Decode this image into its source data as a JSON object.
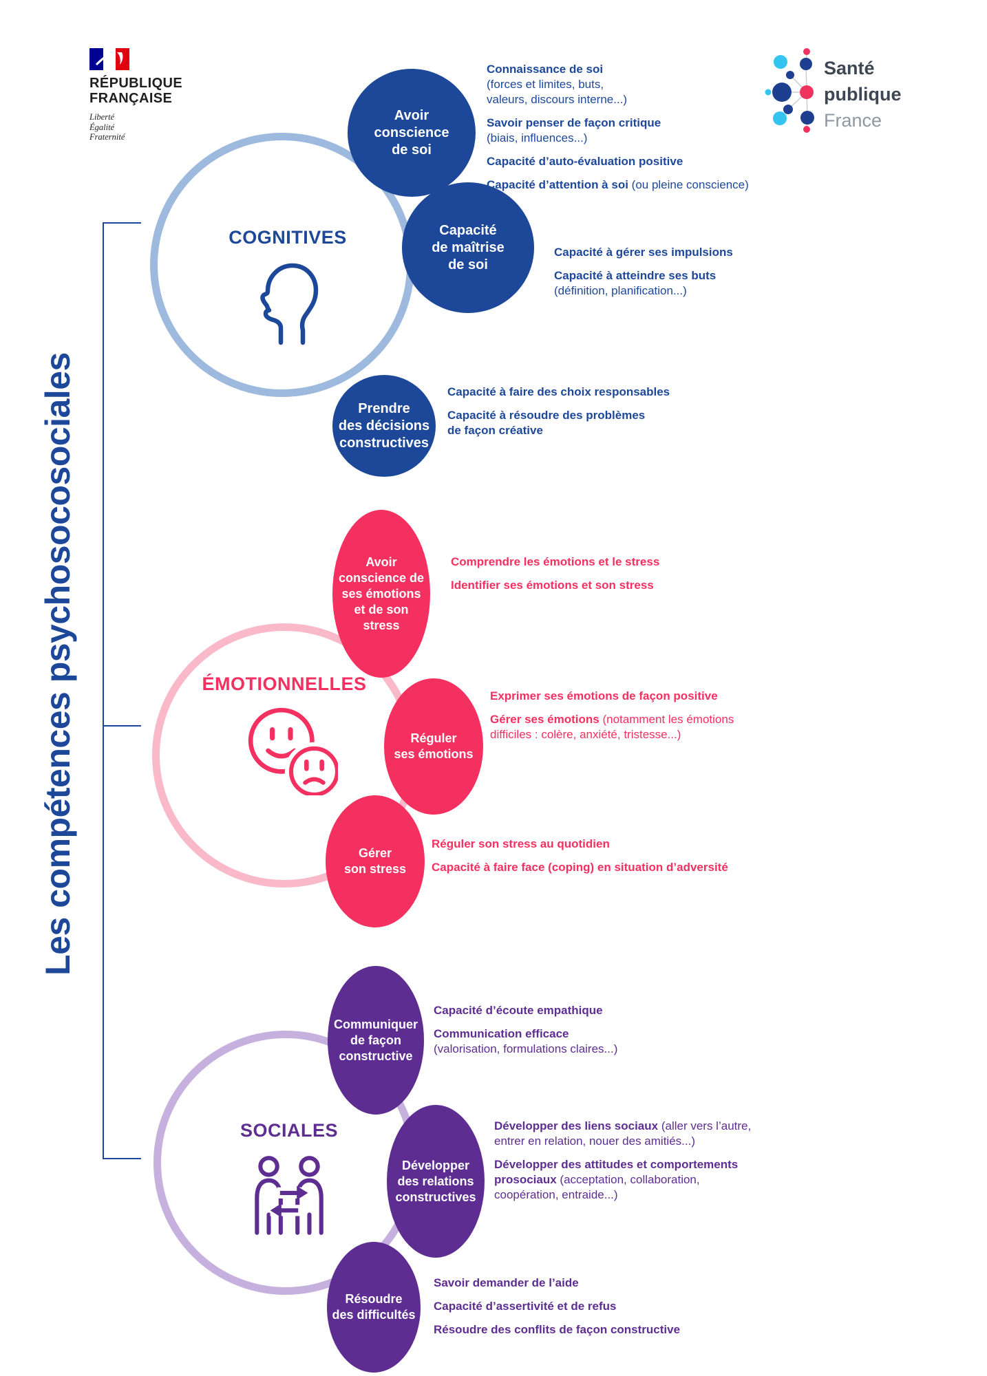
{
  "title_vertical": "Les compétences psychosocosociales",
  "logos": {
    "republique_francaise": {
      "name_line1": "RÉPUBLIQUE",
      "name_line2": "FRANÇAISE",
      "motto": [
        "Liberté",
        "Égalité",
        "Fraternité"
      ]
    },
    "sante_publique_france": {
      "word1": "Santé",
      "word2": "publique",
      "word3": "France"
    }
  },
  "colors": {
    "cognitive_primary": "#1d4899",
    "cognitive_ring": "#9db9de",
    "emotional_primary": "#f3305f",
    "emotional_ring": "#f9b9c9",
    "social_primary": "#5e2d91",
    "social_ring": "#c5b0de",
    "spf_navy": "#1e3f8f",
    "spf_cyan": "#35c4f0",
    "spf_pink": "#f0325f",
    "spf_line": "#c9ccd1",
    "rf_blue": "#000091",
    "rf_red": "#e1000f"
  },
  "groups": [
    {
      "label": "COGNITIVES",
      "icon": "head-profile-icon",
      "nodes": [
        {
          "label": "Avoir\nconscience\nde soi",
          "details": [
            [
              {
                "b": "Connaissance de soi"
              },
              {
                "br": true
              },
              {
                "t": "(forces et limites, buts,"
              },
              {
                "br": true
              },
              {
                "t": "valeurs, discours interne...)"
              }
            ],
            [
              {
                "b": "Savoir penser de façon critique"
              },
              {
                "br": true
              },
              {
                "t": "(biais, influences...)"
              }
            ],
            [
              {
                "b": "Capacité d’auto-évaluation positive"
              }
            ],
            [
              {
                "b": "Capacité d’attention à soi"
              },
              {
                "t": " (ou pleine conscience)"
              }
            ]
          ]
        },
        {
          "label": "Capacité\nde maîtrise\nde soi",
          "details": [
            [
              {
                "b": "Capacité à gérer ses impulsions"
              }
            ],
            [
              {
                "b": "Capacité à atteindre ses buts"
              },
              {
                "br": true
              },
              {
                "t": "(définition, planification...)"
              }
            ]
          ]
        },
        {
          "label": "Prendre\ndes décisions\nconstructives",
          "details": [
            [
              {
                "b": "Capacité à faire des choix responsables"
              }
            ],
            [
              {
                "b": "Capacité à résoudre des problèmes"
              },
              {
                "br": true
              },
              {
                "b": "de façon créative"
              }
            ]
          ]
        }
      ]
    },
    {
      "label": "ÉMOTIONNELLES",
      "icon": "smiley-faces-icon",
      "nodes": [
        {
          "label": "Avoir\nconscience de\nses émotions\net de son\nstress",
          "details": [
            [
              {
                "b": "Comprendre les émotions et le stress"
              }
            ],
            [
              {
                "b": "Identifier ses émotions et son stress"
              }
            ]
          ]
        },
        {
          "label": "Réguler\nses émotions",
          "details": [
            [
              {
                "b": "Exprimer ses émotions de façon positive"
              }
            ],
            [
              {
                "b": "Gérer ses émotions"
              },
              {
                "t": " (notamment les émotions"
              },
              {
                "br": true
              },
              {
                "t": "difficiles : colère, anxiété, tristesse...)"
              }
            ]
          ]
        },
        {
          "label": "Gérer\nson stress",
          "details": [
            [
              {
                "b": "Réguler son stress au quotidien"
              }
            ],
            [
              {
                "b": "Capacité à faire face (coping) en situation d’adversité"
              }
            ]
          ]
        }
      ]
    },
    {
      "label": "SOCIALES",
      "icon": "two-people-exchange-icon",
      "nodes": [
        {
          "label": "Communiquer\nde façon\nconstructive",
          "details": [
            [
              {
                "b": "Capacité d’écoute empathique"
              }
            ],
            [
              {
                "b": "Communication efficace"
              },
              {
                "br": true
              },
              {
                "t": "(valorisation, formulations claires...)"
              }
            ]
          ]
        },
        {
          "label": "Développer\ndes relations\nconstructives",
          "details": [
            [
              {
                "b": "Développer des liens sociaux"
              },
              {
                "t": " (aller vers l’autre,"
              },
              {
                "br": true
              },
              {
                "t": "entrer en relation, nouer des amitiés...)"
              }
            ],
            [
              {
                "b": "Développer des attitudes et comportements"
              },
              {
                "br": true
              },
              {
                "b": "prosociaux"
              },
              {
                "t": " (acceptation, collaboration,"
              },
              {
                "br": true
              },
              {
                "t": "coopération, entraide...)"
              }
            ]
          ]
        },
        {
          "label": "Résoudre\ndes difficultés",
          "details": [
            [
              {
                "b": "Savoir demander  de l’aide"
              }
            ],
            [
              {
                "b": "Capacité d’assertivité et de refus"
              }
            ],
            [
              {
                "b": "Résoudre des conflits de façon constructive"
              }
            ]
          ]
        }
      ]
    }
  ]
}
